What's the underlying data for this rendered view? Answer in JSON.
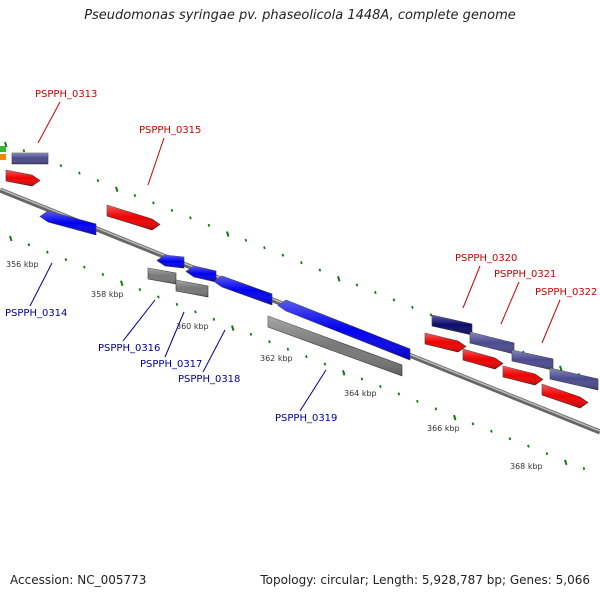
{
  "title": "Pseudomonas syringae pv. phaseolicola 1448A, complete genome",
  "footer": {
    "accession": "Accession: NC_005773",
    "summary": "Topology: circular; Length: 5,928,787 bp; Genes: 5,066"
  },
  "colors": {
    "forward_label": "#cc0000",
    "reverse_label": "#000099",
    "backbone": "#888888",
    "tick": "#117711",
    "gene_red": "#ee0000",
    "gene_blue": "#0000ee",
    "gene_slate": "#4a4a90",
    "gene_navy": "#0a0a6a",
    "gene_gray": "#777777"
  },
  "tick_labels": [
    "356 kbp",
    "358 kbp",
    "360 kbp",
    "362 kbp",
    "364 kbp",
    "366 kbp",
    "368 kbp"
  ],
  "gene_labels": {
    "forward": [
      "PSPPH_0313",
      "PSPPH_0315",
      "PSPPH_0320",
      "PSPPH_0321",
      "PSPPH_0322"
    ],
    "reverse": [
      "PSPPH_0314",
      "PSPPH_0316",
      "PSPPH_0317",
      "PSPPH_0318",
      "PSPPH_0319"
    ]
  },
  "genes": [
    {
      "strand": "forward",
      "track": 2,
      "color": "slate",
      "arrow": false
    },
    {
      "strand": "forward",
      "track": 1,
      "color": "red",
      "arrow": true
    },
    {
      "strand": "forward",
      "track": 1,
      "color": "red",
      "arrow": true
    },
    {
      "strand": "reverse",
      "track": 1,
      "color": "blue",
      "arrow": true
    },
    {
      "strand": "reverse",
      "track": 1,
      "color": "blue",
      "arrow": true
    },
    {
      "strand": "reverse",
      "track": 1,
      "color": "blue",
      "arrow": true
    },
    {
      "strand": "reverse",
      "track": 1,
      "color": "blue",
      "arrow": true
    },
    {
      "strand": "reverse",
      "track": 1,
      "color": "blue",
      "arrow": true
    },
    {
      "strand": "reverse",
      "track": 2,
      "color": "gray",
      "arrow": false
    },
    {
      "strand": "reverse",
      "track": 2,
      "color": "gray",
      "arrow": false
    },
    {
      "strand": "reverse",
      "track": 2,
      "color": "gray",
      "arrow": false
    },
    {
      "strand": "forward",
      "track": 2,
      "color": "navy",
      "arrow": false
    },
    {
      "strand": "forward",
      "track": 2,
      "color": "slate",
      "arrow": false
    },
    {
      "strand": "forward",
      "track": 2,
      "color": "slate",
      "arrow": false
    },
    {
      "strand": "forward",
      "track": 2,
      "color": "slate",
      "arrow": false
    },
    {
      "strand": "forward",
      "track": 1,
      "color": "red",
      "arrow": true
    },
    {
      "strand": "forward",
      "track": 1,
      "color": "red",
      "arrow": true
    },
    {
      "strand": "forward",
      "track": 1,
      "color": "red",
      "arrow": true
    },
    {
      "strand": "forward",
      "track": 1,
      "color": "red",
      "arrow": true
    }
  ]
}
